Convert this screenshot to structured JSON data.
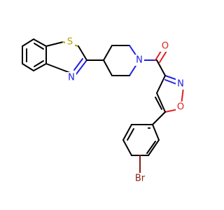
{
  "molecule": {
    "atoms": {
      "s": "S",
      "n_thiazole": "N",
      "n_piperidine": "N",
      "o_carbonyl": "O",
      "n_isoxazole": "N",
      "o_isoxazole": "O",
      "br": "Br"
    }
  },
  "colors": {
    "carbon": "#000000",
    "nitrogen": "#2020e0",
    "oxygen": "#e02020",
    "sulfur": "#b3a400",
    "bromine": "#8b1c0c"
  }
}
